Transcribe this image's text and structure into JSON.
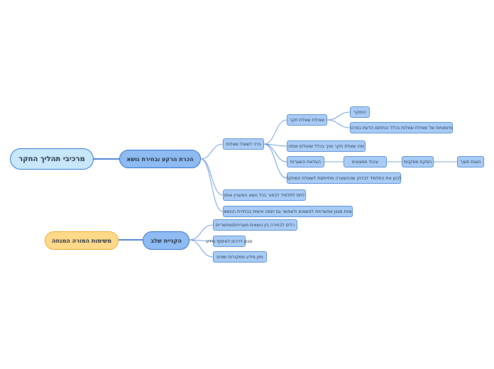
{
  "roots": {
    "research_components": "מרכיבי תהליך החקר",
    "mentor_tasks": "משימות המורה המנחה"
  },
  "main_topics": {
    "background_topic": "הכרת הרקע ובחירת נושא",
    "skills": "הקניית שלב"
  },
  "nodes": {
    "ask_questions": "גירוי לשאול שאלות",
    "research_question": "שאילת שאלת חקר",
    "researcher": "החוקר",
    "question_skills": "מיומנויות של שאילת שאלות בכלל ובתחום הדעת בפרט",
    "what_is_question": "מהי שאלת חקר ואיך בכלל שואלים אותה",
    "hypotheses": "העלאת השערות",
    "info_processing": "עיבוד ממצאים",
    "conclusions": "הסקת מסקנות",
    "product": "הצגת תוצר",
    "direct_student": "לכוון את התלמיד לבדוק שההשערה מתייחסת לשאלת המחקר",
    "give_student": "לתת לתלמיד לבחור בכל נושא המעניין אותו",
    "expose_team": "צוות מגוון אפשרויות לנושאים ולאפשר גם יוזמה אישית בבחירת הנושא",
    "tools_choice": "כלים לבחירה בין נושאים מעניינים/אפשריים",
    "various_ways": "מגוון דרכים לאיסוף מידע",
    "info_sorting": "מיון מידע ממקורות שונים"
  },
  "colors": {
    "line": "#4a86d8",
    "leaf_fill": "#a9ccf7",
    "main_fill": "#8ebcf2",
    "root_fill": "#c9e7fb",
    "orange_fill": "#ffd98a",
    "orange_border": "#f0a92a"
  }
}
